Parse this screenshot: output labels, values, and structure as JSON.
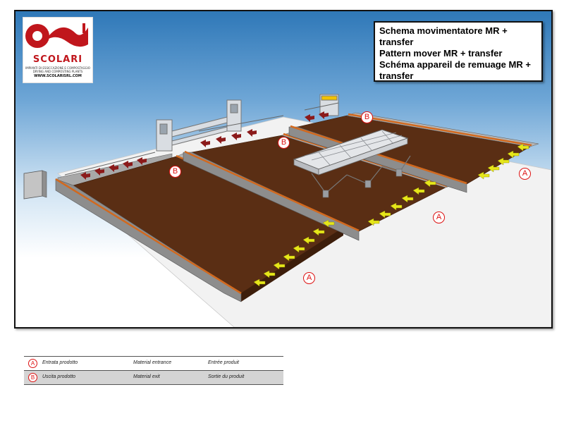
{
  "logo": {
    "brand": "SCOLARI",
    "tagline": "IMPIANTI DI ESSICCAZIONE E COMPOSTAGGIO DRYING AND COMPOSTING PLANTS",
    "url": "WWW.SCOLARISRL.COM"
  },
  "title_lines": [
    "Schema movimentatore MR + transfer",
    "Pattern mover MR + transfer",
    "Schéma appareil de remuage MR +",
    "transfer"
  ],
  "markers": {
    "entrance": "A",
    "exit": "B"
  },
  "legend": [
    {
      "symbol": "A",
      "it": "Entrata prodotto",
      "en": "Material entrance",
      "fr": "Entrée produit"
    },
    {
      "symbol": "B",
      "it": "Uscita prodotto",
      "en": "Material exit",
      "fr": "Sortie du produit"
    }
  ],
  "colors": {
    "material": "#5a2e14",
    "wall": "#9a9a9a",
    "edge": "#d2691e",
    "entrance_arrow": "#e6e61a",
    "exit_arrow": "#8b1a1a",
    "marker": "#d11111"
  }
}
